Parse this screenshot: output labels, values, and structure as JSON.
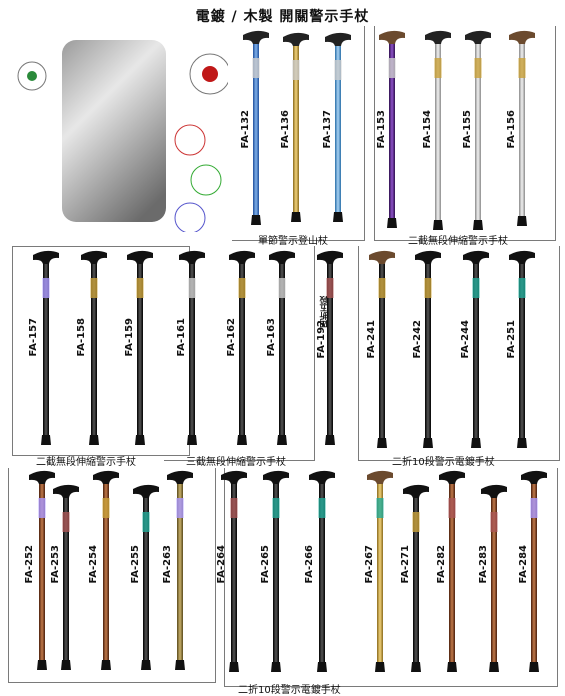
{
  "page": {
    "title": "電鍍 / 木製 開關警示手杖"
  },
  "groups": [
    {
      "caption": "單節警示登山杖",
      "models": [
        "FA-132",
        "FA-136",
        "FA-137"
      ]
    },
    {
      "caption": "二截無段伸縮警示手杖",
      "models": [
        "FA-153",
        "FA-154",
        "FA-155",
        "FA-156"
      ]
    },
    {
      "caption": "二截無段伸縮警示手杖",
      "models": [
        "FA-157",
        "FA-158",
        "FA-159"
      ]
    },
    {
      "caption": "三截無段伸縮警示手杖",
      "models": [
        "FA-161",
        "FA-162",
        "FA-163"
      ]
    },
    {
      "caption": "",
      "models": [
        "FA-192"
      ],
      "note": "四折五段"
    },
    {
      "caption": "二折10段警示電鍍手杖",
      "models": [
        "FA-241",
        "FA-242",
        "FA-244",
        "FA-251"
      ]
    },
    {
      "caption": "",
      "models": [
        "FA-252",
        "FA-253",
        "FA-254",
        "FA-255",
        "FA-263"
      ]
    },
    {
      "caption": "二折10段警示電鍍手杖",
      "models": [
        "FA-264",
        "FA-265",
        "FA-266",
        "FA-267",
        "FA-271",
        "FA-282",
        "FA-283",
        "FA-284"
      ]
    }
  ],
  "colors": {
    "blue": "#3b6fc0",
    "gold": "#c9a13a",
    "lightblue": "#4f9ad8",
    "purple": "#5b2a86",
    "silver": "#c4c4c4",
    "black": "#1a1a1a",
    "copper": "#8a4a2a",
    "wood": "#7a4f2e"
  }
}
